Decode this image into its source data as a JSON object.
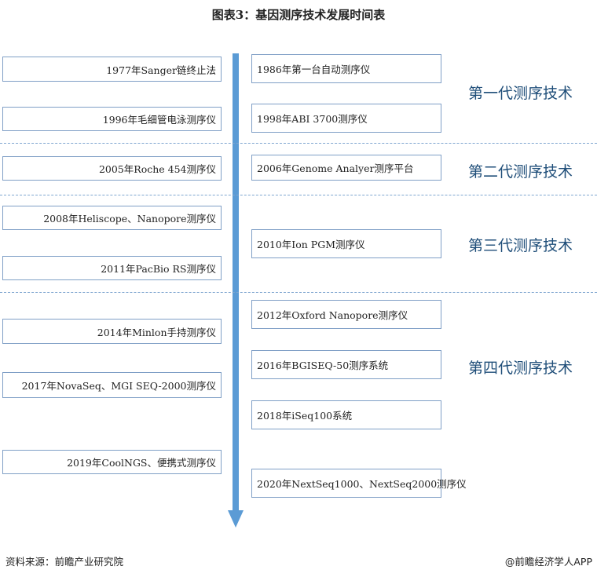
{
  "title": "图表3：基因测序技术发展时间表",
  "left_events": [
    "1977年Sanger链终止法",
    "1996年毛细管电泳测序仪",
    "2005年Roche 454测序仪",
    "2008年Heliscope、Nanopore测序仪",
    "2011年PacBio RS测序仪",
    "2014年Minlon手持测序仪",
    "2017年NovaSeq、MGI SEQ-2000测序仪",
    "2019年CoolNGS、便携式测序仪"
  ],
  "right_events": [
    "1986年第一台自动测序仪",
    "1998年ABI 3700测序仪",
    "2006年Genome Analyer测序平台",
    "2010年Ion PGM测序仪",
    "2012年Oxford Nanopore测序仪",
    "2016年BGISEQ-50测序系统",
    "2018年iSeq100系统",
    "2020年NextSeq1000、NextSeq2000测序仪"
  ],
  "generations": [
    "第一代测序技术",
    "第二代测序技术",
    "第三代测序技术",
    "第四代测序技术"
  ],
  "footer": {
    "source": "资料来源：前瞻产业研究院",
    "credit": "@前瞻经济学人APP"
  }
}
